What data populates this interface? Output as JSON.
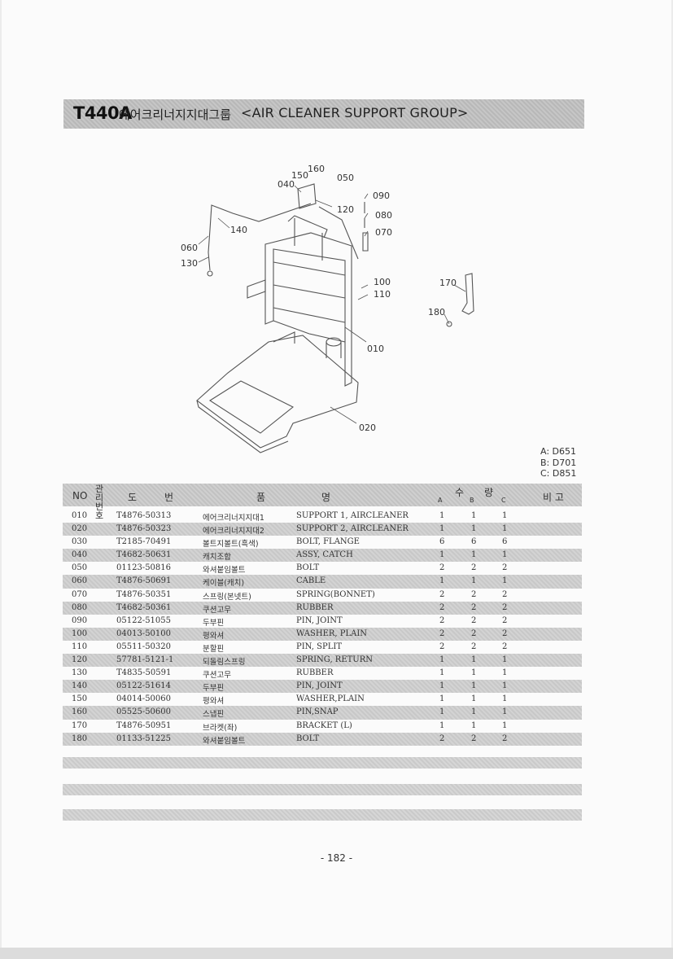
{
  "header": {
    "model": "T440A",
    "name_kr": "에어크리너지지대그룹",
    "name_en": "<AIR CLEANER SUPPORT GROUP>"
  },
  "diagram": {
    "callouts": [
      "150",
      "160",
      "040",
      "050",
      "090",
      "120",
      "080",
      "140",
      "070",
      "060",
      "130",
      "100",
      "110",
      "170",
      "180",
      "010",
      "020"
    ]
  },
  "models": [
    "A: D651",
    "B: D701",
    "C: D851"
  ],
  "table": {
    "headers": {
      "no": "NO",
      "mgmt_no": "관리번호",
      "drawing_no_1": "도",
      "drawing_no_2": "번",
      "name_1": "품",
      "name_2": "명",
      "qty_1": "수",
      "qty_2": "량",
      "col_a": "A",
      "col_b": "B",
      "col_c": "C",
      "remark": "비 고"
    },
    "rows": [
      {
        "no": "010",
        "part": "T4876-50313",
        "kr": "에어크리너지지대1",
        "en": "SUPPORT 1, AIRCLEANER",
        "a": "1",
        "b": "1",
        "c": "1"
      },
      {
        "no": "020",
        "part": "T4876-50323",
        "kr": "에어크리너지지대2",
        "en": "SUPPORT 2, AIRCLEANER",
        "a": "1",
        "b": "1",
        "c": "1"
      },
      {
        "no": "030",
        "part": "T2185-70491",
        "kr": "볼트지볼트(흑색)",
        "en": "BOLT, FLANGE",
        "a": "6",
        "b": "6",
        "c": "6"
      },
      {
        "no": "040",
        "part": "T4682-50631",
        "kr": "캐치조합",
        "en": "ASSY, CATCH",
        "a": "1",
        "b": "1",
        "c": "1"
      },
      {
        "no": "050",
        "part": "01123-50816",
        "kr": "와셔붙임볼트",
        "en": "BOLT",
        "a": "2",
        "b": "2",
        "c": "2"
      },
      {
        "no": "060",
        "part": "T4876-50691",
        "kr": "케이블(캐치)",
        "en": "CABLE",
        "a": "1",
        "b": "1",
        "c": "1"
      },
      {
        "no": "070",
        "part": "T4876-50351",
        "kr": "스프링(본넷트)",
        "en": "SPRING(BONNET)",
        "a": "2",
        "b": "2",
        "c": "2"
      },
      {
        "no": "080",
        "part": "T4682-50361",
        "kr": "쿠션고무",
        "en": "RUBBER",
        "a": "2",
        "b": "2",
        "c": "2"
      },
      {
        "no": "090",
        "part": "05122-51055",
        "kr": "두부핀",
        "en": "PIN, JOINT",
        "a": "2",
        "b": "2",
        "c": "2"
      },
      {
        "no": "100",
        "part": "04013-50100",
        "kr": "평와셔",
        "en": "WASHER, PLAIN",
        "a": "2",
        "b": "2",
        "c": "2"
      },
      {
        "no": "110",
        "part": "05511-50320",
        "kr": "분할핀",
        "en": "PIN, SPLIT",
        "a": "2",
        "b": "2",
        "c": "2"
      },
      {
        "no": "120",
        "part": "57781-5121-1",
        "kr": "되돌림스프링",
        "en": "SPRING, RETURN",
        "a": "1",
        "b": "1",
        "c": "1"
      },
      {
        "no": "130",
        "part": "T4835-50591",
        "kr": "쿠션고무",
        "en": "RUBBER",
        "a": "1",
        "b": "1",
        "c": "1"
      },
      {
        "no": "140",
        "part": "05122-51614",
        "kr": "두부핀",
        "en": "PIN, JOINT",
        "a": "1",
        "b": "1",
        "c": "1"
      },
      {
        "no": "150",
        "part": "04014-50060",
        "kr": "평와셔",
        "en": "WASHER,PLAIN",
        "a": "1",
        "b": "1",
        "c": "1"
      },
      {
        "no": "160",
        "part": "05525-50600",
        "kr": "스냅핀",
        "en": "PIN,SNAP",
        "a": "1",
        "b": "1",
        "c": "1"
      },
      {
        "no": "170",
        "part": "T4876-50951",
        "kr": "브라켓(좌)",
        "en": "BRACKET (L)",
        "a": "1",
        "b": "1",
        "c": "1"
      },
      {
        "no": "180",
        "part": "01133-51225",
        "kr": "와셔붙임볼트",
        "en": "BOLT",
        "a": "2",
        "b": "2",
        "c": "2"
      }
    ]
  },
  "page_number": "- 182 -"
}
